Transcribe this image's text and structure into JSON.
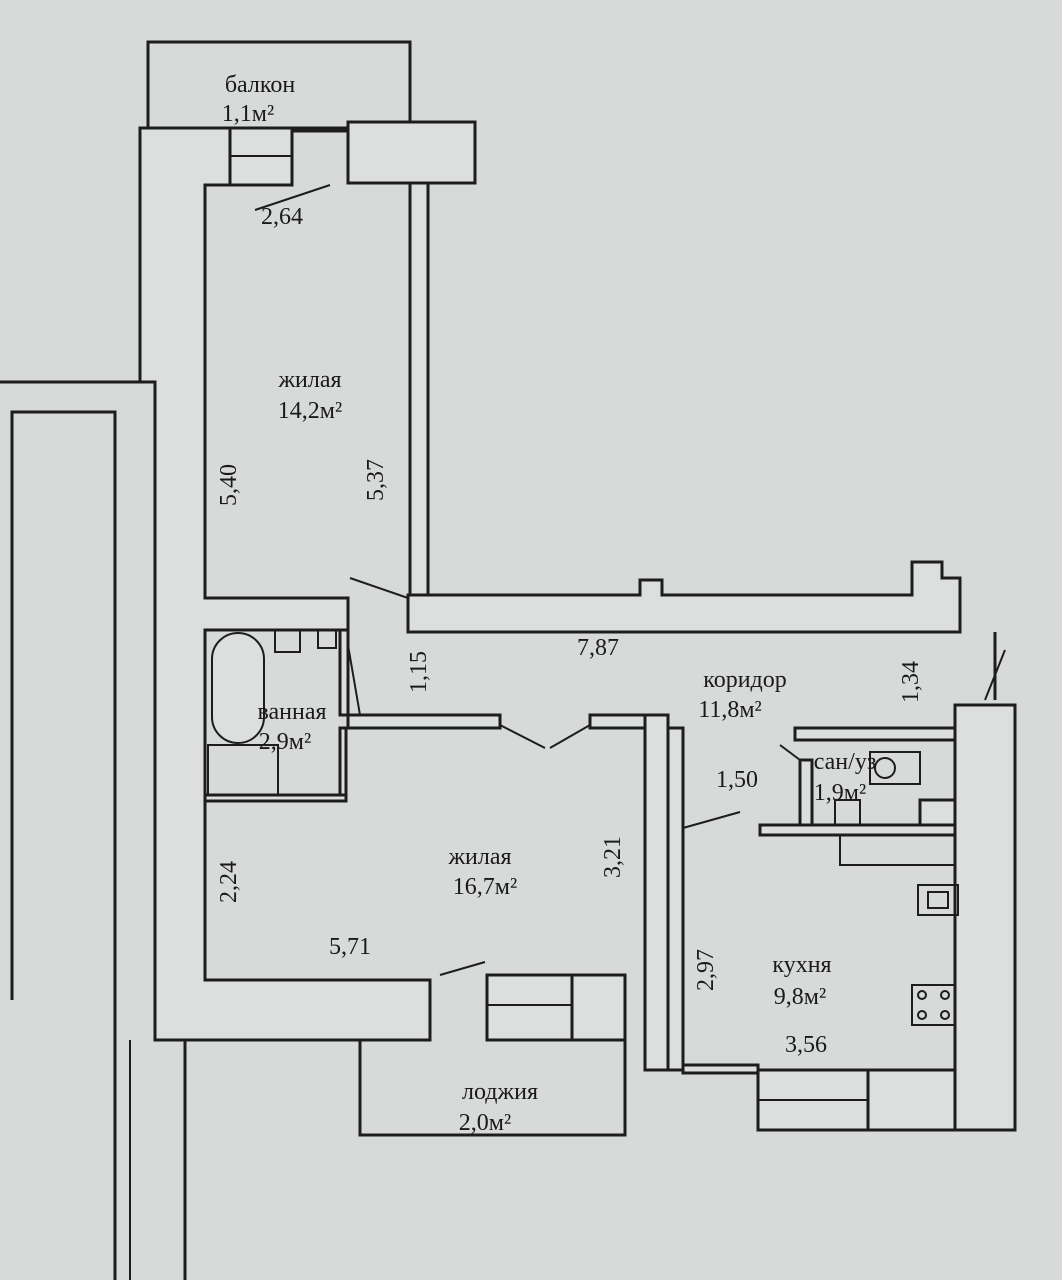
{
  "plan": {
    "rooms": [
      {
        "name": "балкон",
        "area": "1,1м²"
      },
      {
        "name": "жилая",
        "area": "14,2м²"
      },
      {
        "name": "ванная",
        "area": "2,9м²"
      },
      {
        "name": "коридор",
        "area": "11,8м²"
      },
      {
        "name": "сан/уз",
        "area": "1,9м²"
      },
      {
        "name": "жилая",
        "area": "16,7м²"
      },
      {
        "name": "кухня",
        "area": "9,8м²"
      },
      {
        "name": "лоджия",
        "area": "2,0м²"
      }
    ],
    "dimensions": {
      "balcony_door": "2,64",
      "room1_left": "5,40",
      "room1_right": "5,37",
      "corridor_passage": "1,15",
      "corridor_length": "7,87",
      "corridor_right": "1,34",
      "wc_door": "1,50",
      "room2_right": "3,21",
      "room2_left": "2,24",
      "room2_bottom": "5,71",
      "kitchen_left": "2,97",
      "kitchen_bottom": "3,56"
    }
  },
  "colors": {
    "paper": "#d7dad9",
    "ink": "#1d1d1d"
  }
}
